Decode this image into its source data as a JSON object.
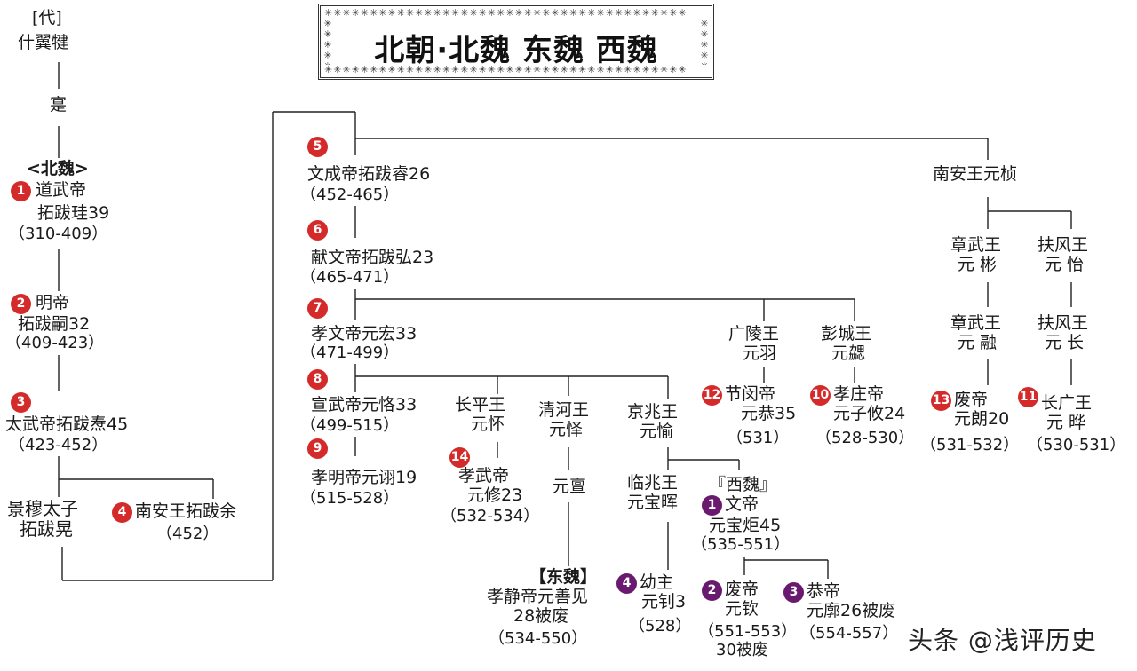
{
  "title": "北朝·北魏 东魏 西魏",
  "watermark": "头条 @浅评历史",
  "decor_star": "✳",
  "nodes": {
    "dai": {
      "label": "[代]"
    },
    "shiyiqian": {
      "label": "什翼犍"
    },
    "shi": {
      "label": "寔"
    },
    "beiwei": {
      "label": "<北魏>"
    },
    "n1": {
      "badge": "1",
      "lines": [
        "道武帝",
        "拓跋珪39",
        "（310-409）"
      ]
    },
    "n2": {
      "badge": "2",
      "lines": [
        "明帝",
        "拓跋嗣32",
        "（409-423）"
      ]
    },
    "n3": {
      "badge": "3",
      "lines": [
        "太武帝拓跋焘45",
        "（423-452）"
      ]
    },
    "jingmu": {
      "lines": [
        "景穆太子",
        "拓跋晃"
      ]
    },
    "n4": {
      "badge": "4",
      "lines": [
        "南安王拓跋余",
        "（452）"
      ]
    },
    "n5": {
      "badge": "5",
      "lines": [
        "文成帝拓跋睿26",
        "（452-465）"
      ]
    },
    "n6": {
      "badge": "6",
      "lines": [
        "献文帝拓跋弘23",
        "（465-471）"
      ]
    },
    "n7": {
      "badge": "7",
      "lines": [
        "孝文帝元宏33",
        "（471-499）"
      ]
    },
    "n8": {
      "badge": "8",
      "lines": [
        "宣武帝元恪33",
        "（499-515）"
      ]
    },
    "n9": {
      "badge": "9",
      "lines": [
        "孝明帝元诩19",
        "（515-528）"
      ]
    },
    "changping": {
      "lines": [
        "长平王",
        "元怀"
      ]
    },
    "n14": {
      "badge": "14",
      "lines": [
        "孝武帝",
        "元修23",
        "（532-534）"
      ]
    },
    "qinghe": {
      "lines": [
        "清河王",
        "元怿"
      ]
    },
    "yuandan": {
      "lines": [
        "元亶"
      ]
    },
    "dongwei": {
      "label": "【东魏】"
    },
    "dw1": {
      "lines": [
        "孝静帝元善见",
        "28被废",
        "（534-550）"
      ]
    },
    "jingzhao": {
      "lines": [
        "京兆王",
        "元愉"
      ]
    },
    "linzhao": {
      "lines": [
        "临兆王",
        "元宝晖"
      ]
    },
    "xiwei": {
      "label": "『西魏』"
    },
    "xw1": {
      "badge": "1",
      "lines": [
        "文帝",
        "元宝炬45",
        "（535-551）"
      ]
    },
    "xw4": {
      "badge": "4",
      "lines": [
        "幼主",
        "元钊3",
        "（528）"
      ]
    },
    "xw2": {
      "badge": "2",
      "lines": [
        "废帝",
        "元钦",
        "（551-553）",
        "30被废"
      ]
    },
    "xw3": {
      "badge": "3",
      "lines": [
        "恭帝",
        "元廓26被废",
        "（554-557）"
      ]
    },
    "guangling": {
      "lines": [
        "广陵王",
        "元羽"
      ]
    },
    "n12": {
      "badge": "12",
      "lines": [
        "节闵帝",
        "元恭35",
        "（531）"
      ]
    },
    "pengcheng": {
      "lines": [
        "彭城王",
        "元勰"
      ]
    },
    "n10": {
      "badge": "10",
      "lines": [
        "孝庄帝",
        "元子攸24",
        "（528-530）"
      ]
    },
    "nanan": {
      "lines": [
        "南安王元桢"
      ]
    },
    "zhangwu1": {
      "lines": [
        "章武王",
        "元 彬"
      ]
    },
    "fufeng1": {
      "lines": [
        "扶风王",
        "元 怡"
      ]
    },
    "zhangwu2": {
      "lines": [
        "章武王",
        "元 融"
      ]
    },
    "fufeng2": {
      "lines": [
        "扶风王",
        "元 长"
      ]
    },
    "n13": {
      "badge": "13",
      "lines": [
        "废帝",
        "元朗20",
        "（531-532）"
      ]
    },
    "n11": {
      "badge": "11",
      "lines": [
        "长广王",
        "元 晔",
        "（530-531）"
      ]
    }
  },
  "colors": {
    "red_badge": "#d42a2a",
    "purple_badge": "#6a1a6e",
    "line": "#222222"
  }
}
